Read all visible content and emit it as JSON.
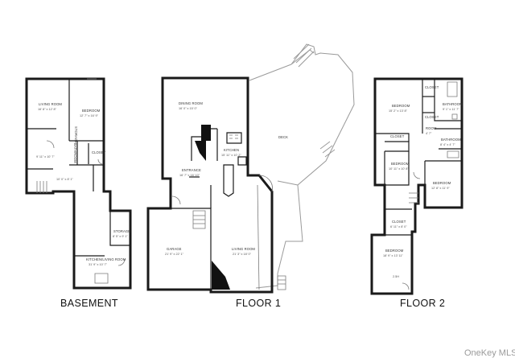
{
  "floors": {
    "basement": {
      "title": "BASEMENT",
      "living_room": {
        "name": "LIVING ROOM",
        "dim": "16' 8\" x 12' 8\""
      },
      "bedroom": {
        "name": "BEDROOM",
        "dim": "12' 7\" x 16' 9\""
      },
      "storage_small": "STORAGE",
      "bathroom": "BATHROOM",
      "closet": "CLOSET",
      "room_a": {
        "dim": "9' 11\" x 10' 7\""
      },
      "room_b": {
        "dim": "10' 0\" x 8' 1\""
      },
      "storage": {
        "name": "STORAGE",
        "dim": "8' 5\" x 9' 1\""
      },
      "kitchen_living": {
        "name": "KITCHEN/LIVING ROOM",
        "dim": "31' 9\" x 10' 7\""
      }
    },
    "floor1": {
      "title": "FLOOR 1",
      "dining_room": {
        "name": "DINING ROOM",
        "dim": "16' 0\" x 15' 0\""
      },
      "deck": "DECK",
      "kitchen": {
        "name": "KITCHEN",
        "dim": "15' 11\" x 10' 2\""
      },
      "entrance": {
        "name": "ENTRANCE",
        "dim": "16' 7\" x 16' 10\""
      },
      "garage": {
        "name": "GARAGE",
        "dim": "21' 9\" x 22' 1\""
      },
      "living_room": {
        "name": "LIVING ROOM",
        "dim": "21' 3\" x 18' 0\""
      }
    },
    "floor2": {
      "title": "FLOOR 2",
      "bedroom_1": {
        "name": "BEDROOM",
        "dim": "15' 2\" x 13' 8\""
      },
      "closet_1": "CLOSET",
      "bathroom_1": {
        "name": "BATHROOM",
        "dim": "9' 1\" x 11' 7\""
      },
      "closet_2": "CLOSET",
      "closet_3": "CLOSET",
      "laundry": {
        "name": "ROOM",
        "dim": "4' 7\""
      },
      "bathroom_2": {
        "name": "BATHROOM",
        "dim": "8' 4\" x 4' 7\""
      },
      "bedroom_2": {
        "name": "BEDROOM",
        "dim": "10' 11\" x 10' 8\""
      },
      "bedroom_3": {
        "name": "BEDROOM",
        "dim": "12' 8\" x 11' 9\""
      },
      "closet_4": {
        "name": "CLOSET",
        "dim": "6' 11\" x 8' 0\""
      },
      "bedroom_4": {
        "name": "BEDROOM",
        "dim": "18' 9\" x 13' 11\""
      },
      "note": "2.5H"
    }
  },
  "watermark": "OneKey MLS"
}
